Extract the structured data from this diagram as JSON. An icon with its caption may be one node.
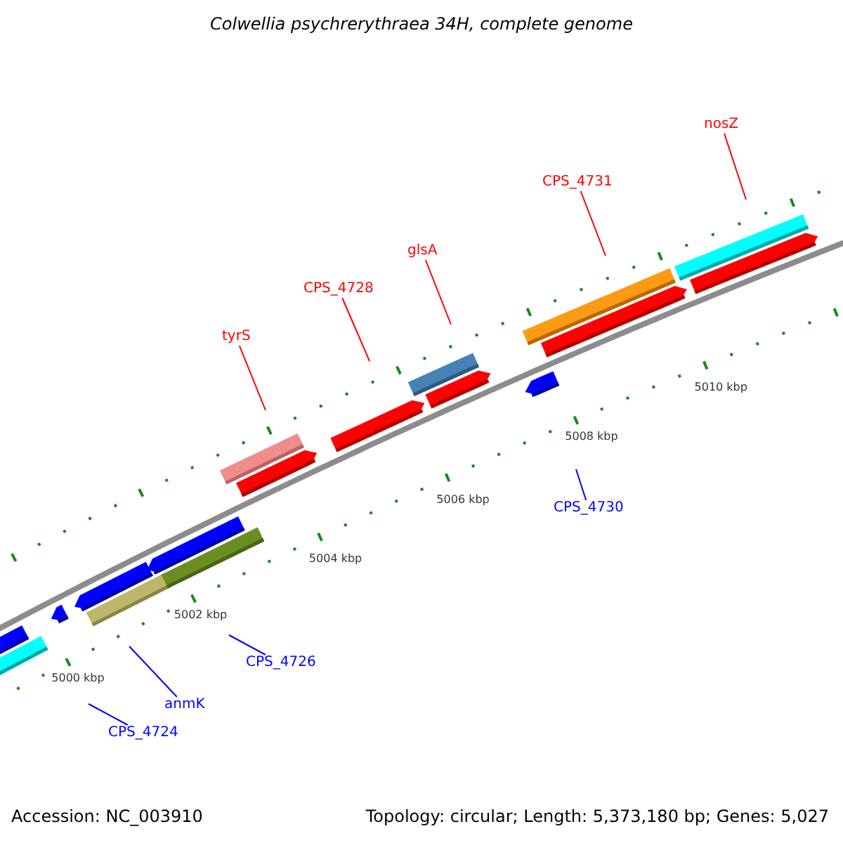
{
  "diagram": {
    "title": "Colwellia psychrerythraea 34H, complete genome",
    "nodes": [
      {
        "text": [
          "tyrS"
        ]
      },
      {
        "text": [
          "CPS_4728"
        ]
      },
      {
        "text": [
          "glsA"
        ]
      },
      {
        "text": [
          "CPS_4731"
        ]
      },
      {
        "text": [
          "nosZ"
        ]
      },
      {
        "text": [
          "CPS_4730"
        ]
      },
      {
        "text": [
          "CPS_4726"
        ]
      },
      {
        "text": [
          "anmK"
        ]
      },
      {
        "text": [
          "CPS_4724"
        ]
      }
    ],
    "edges": [
      {
        "from": 0,
        "to": null,
        "arrow": "none"
      },
      {
        "from": 1,
        "to": null,
        "arrow": "none"
      },
      {
        "from": 2,
        "to": null,
        "arrow": "none"
      },
      {
        "from": 3,
        "to": null,
        "arrow": "none"
      },
      {
        "from": 4,
        "to": null,
        "arrow": "none"
      },
      {
        "from": 5,
        "to": null,
        "arrow": "none",
        "color": "#0000ff"
      },
      {
        "from": 6,
        "to": null,
        "arrow": "none",
        "color": "#0000ff"
      },
      {
        "from": 7,
        "to": null,
        "arrow": "none",
        "color": "#0000ff"
      },
      {
        "from": 8,
        "to": null,
        "arrow": "none",
        "color": "#0000ff"
      }
    ],
    "labels": [
      "5000 kbp",
      "5002 kbp",
      "5004 kbp",
      "5006 kbp",
      "5008 kbp",
      "5010 kbp",
      "Accession: NC_003910",
      "Topology: circular; Length: 5,373,180 bp; Genes: 5,027"
    ]
  }
}
